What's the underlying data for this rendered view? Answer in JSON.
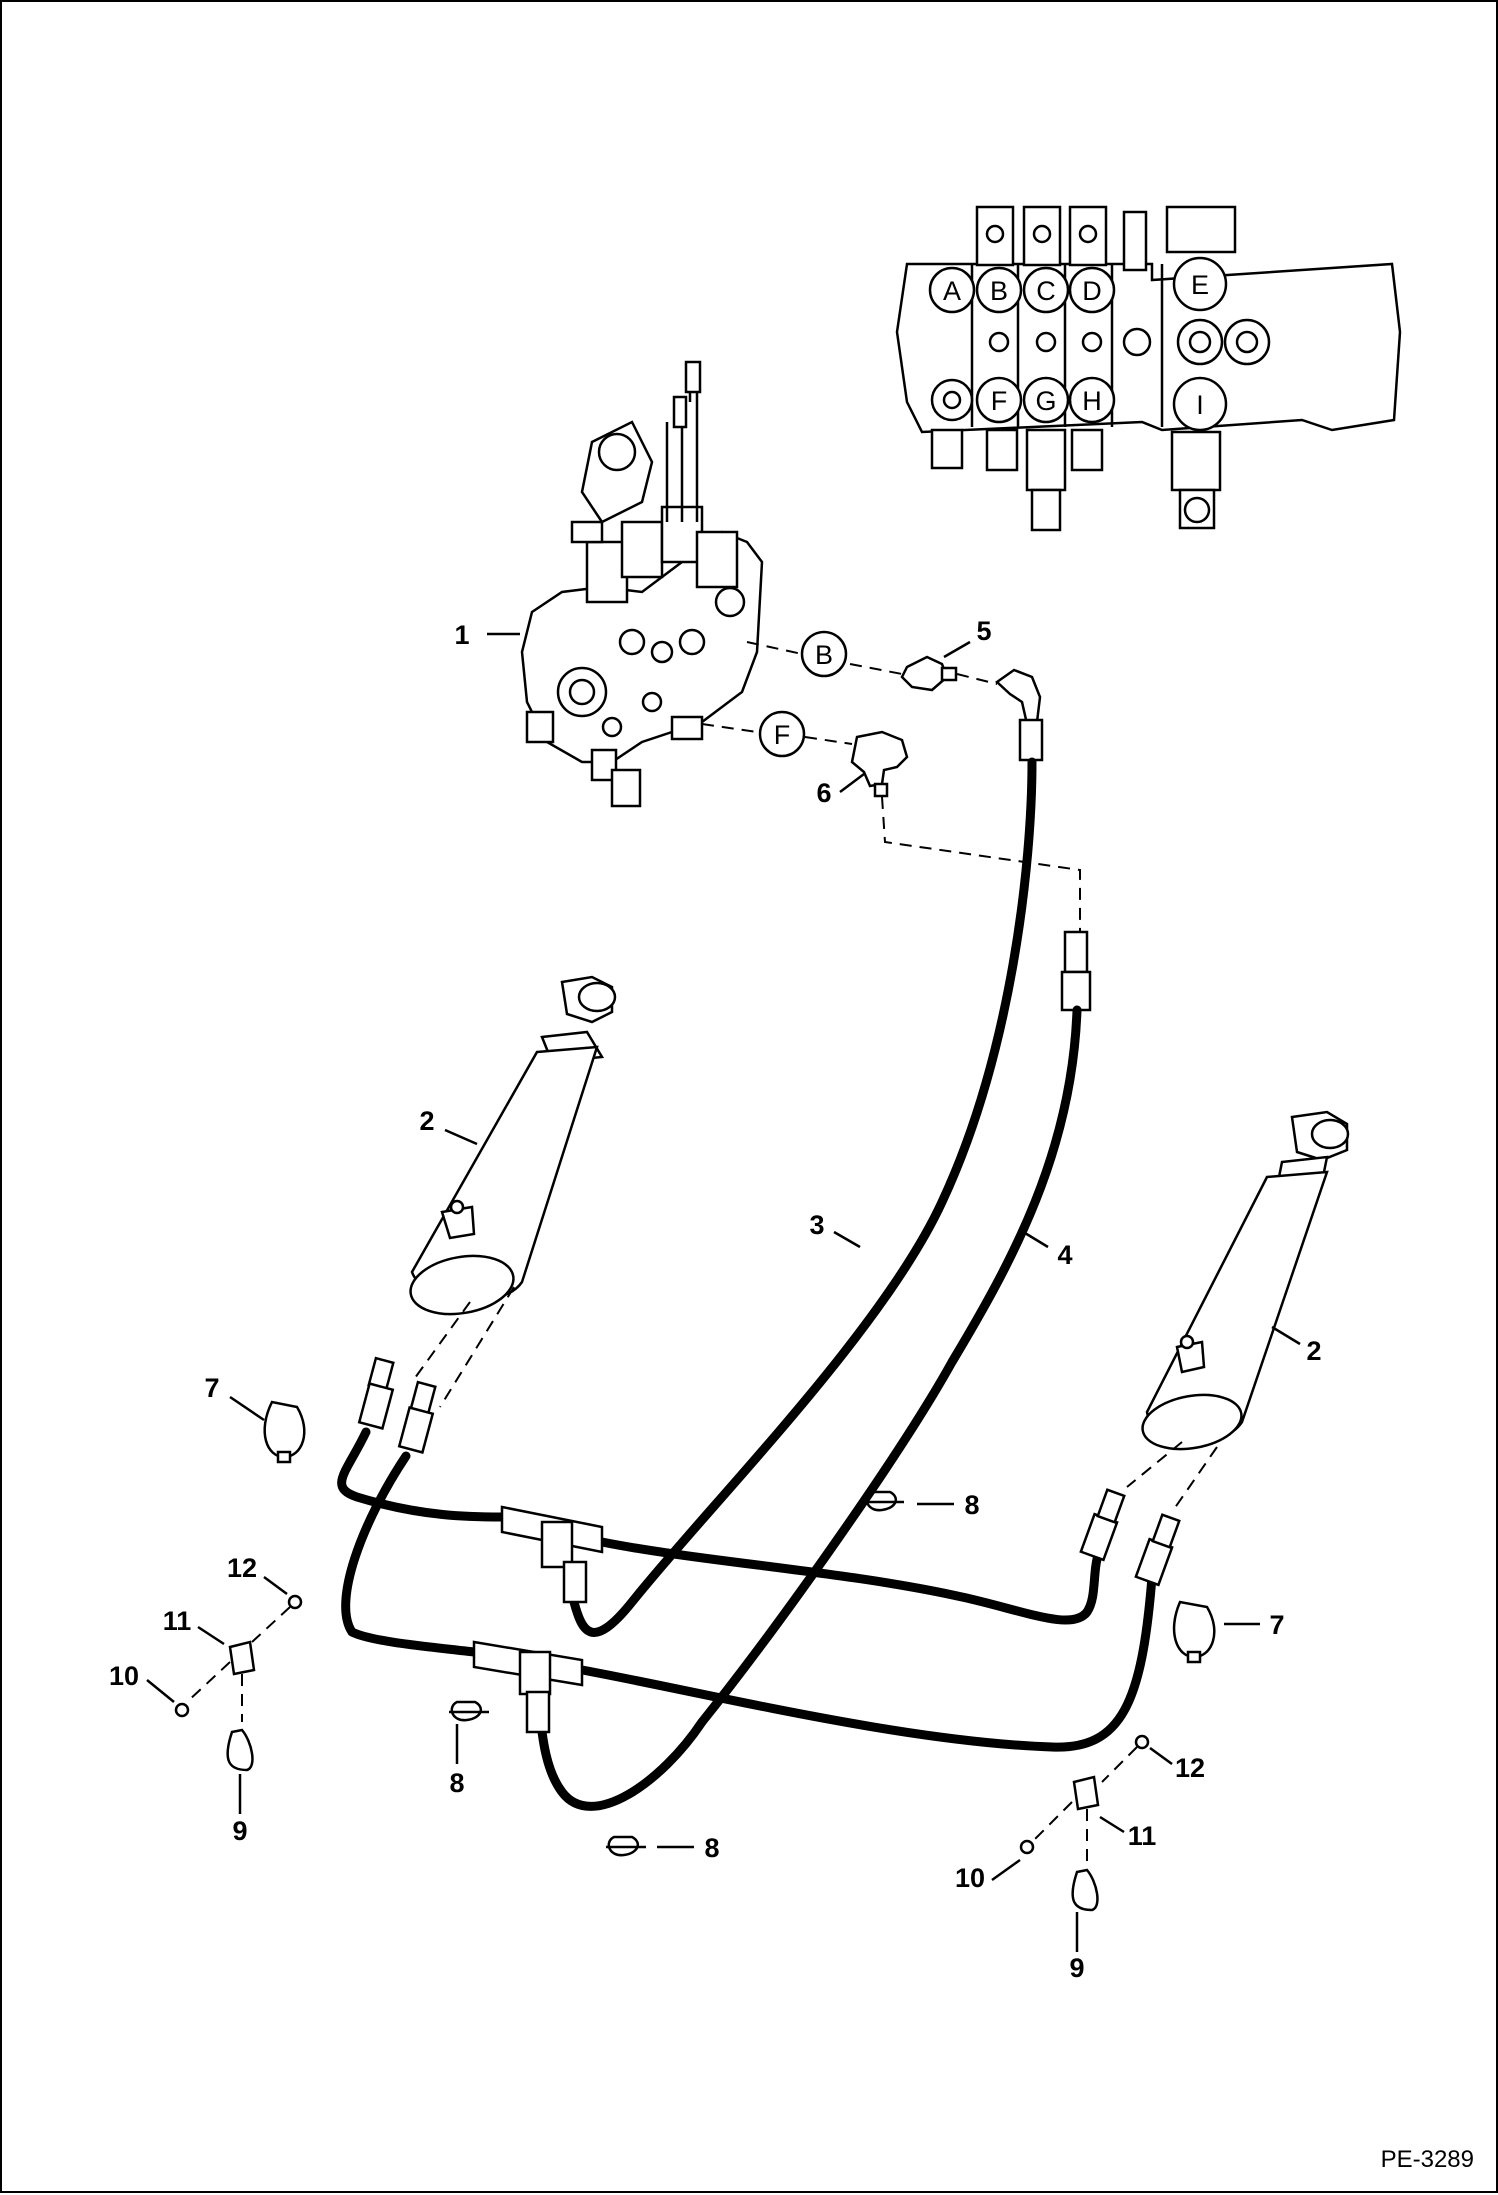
{
  "drawing_code": "PE-3289",
  "valve_ports": [
    "A",
    "B",
    "C",
    "D",
    "E",
    "F",
    "G",
    "H",
    "I"
  ],
  "connection_ports": [
    "B",
    "F"
  ],
  "callouts": {
    "c1": "1",
    "c2a": "2",
    "c2b": "2",
    "c3": "3",
    "c4": "4",
    "c5": "5",
    "c6": "6",
    "c7a": "7",
    "c7b": "7",
    "c8a": "8",
    "c8b": "8",
    "c8c": "8",
    "c9a": "9",
    "c9b": "9",
    "c10a": "10",
    "c10b": "10",
    "c11a": "11",
    "c11b": "11",
    "c12a": "12",
    "c12b": "12"
  }
}
